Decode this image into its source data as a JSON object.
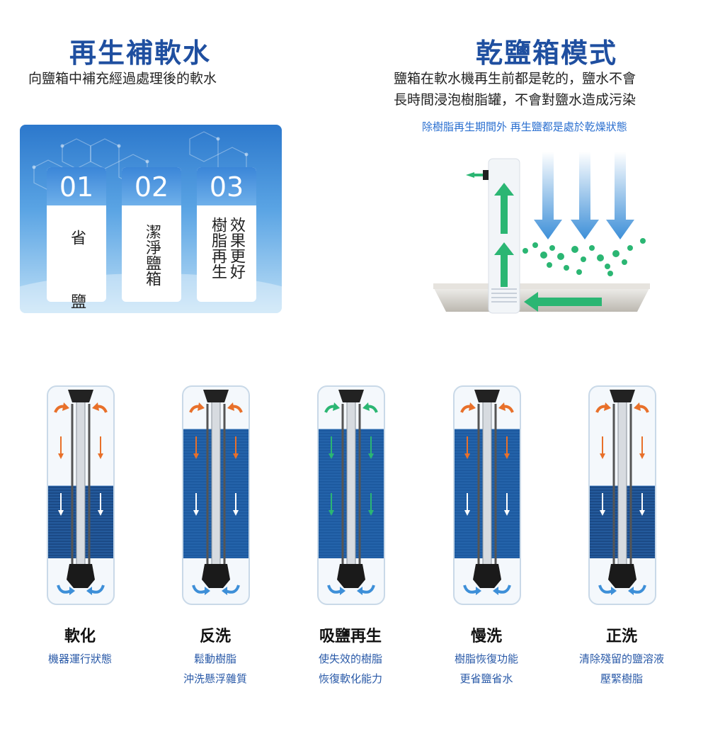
{
  "left": {
    "title": "再生補軟水",
    "subtitle": "向鹽箱中補充經過處理後的軟水",
    "cards": [
      {
        "num": "01",
        "text": "省鹽",
        "cols": [
          "省　　鹽"
        ]
      },
      {
        "num": "02",
        "text": "潔淨鹽箱",
        "cols": [
          "潔淨鹽箱"
        ]
      },
      {
        "num": "03",
        "text": "樹脂再生效果更好",
        "cols": [
          "樹脂再生",
          "效果更好"
        ]
      }
    ]
  },
  "right": {
    "title": "乾鹽箱模式",
    "subtitle_line1": "鹽箱在軟水機再生前都是乾的，鹽水不會",
    "subtitle_line2": "長時間浸泡樹脂罐，不會對鹽水造成污染",
    "note": "除樹脂再生期間外 再生鹽都是處於乾燥狀態"
  },
  "colors": {
    "title_blue": "#1f4fa0",
    "accent_green": "#2bb673",
    "arrow_orange": "#e8702a",
    "arrow_blue": "#3d8fd8",
    "resin_dark": "#1b4a86"
  },
  "stages": [
    {
      "name": "軟化",
      "desc1": "機器運行狀態",
      "desc2": "",
      "resin": "bottom",
      "arrow_color": "orange"
    },
    {
      "name": "反洗",
      "desc1": "鬆動樹脂",
      "desc2": "沖洗懸浮雜質",
      "resin": "full",
      "arrow_color": "orange"
    },
    {
      "name": "吸鹽再生",
      "desc1": "使失效的樹脂",
      "desc2": "恢復軟化能力",
      "resin": "full",
      "arrow_color": "green"
    },
    {
      "name": "慢洗",
      "desc1": "樹脂恢復功能",
      "desc2": "更省鹽省水",
      "resin": "full",
      "arrow_color": "orange"
    },
    {
      "name": "正洗",
      "desc1": "清除殘留的鹽溶液",
      "desc2": "壓緊樹脂",
      "resin": "bottom",
      "arrow_color": "orange"
    }
  ]
}
